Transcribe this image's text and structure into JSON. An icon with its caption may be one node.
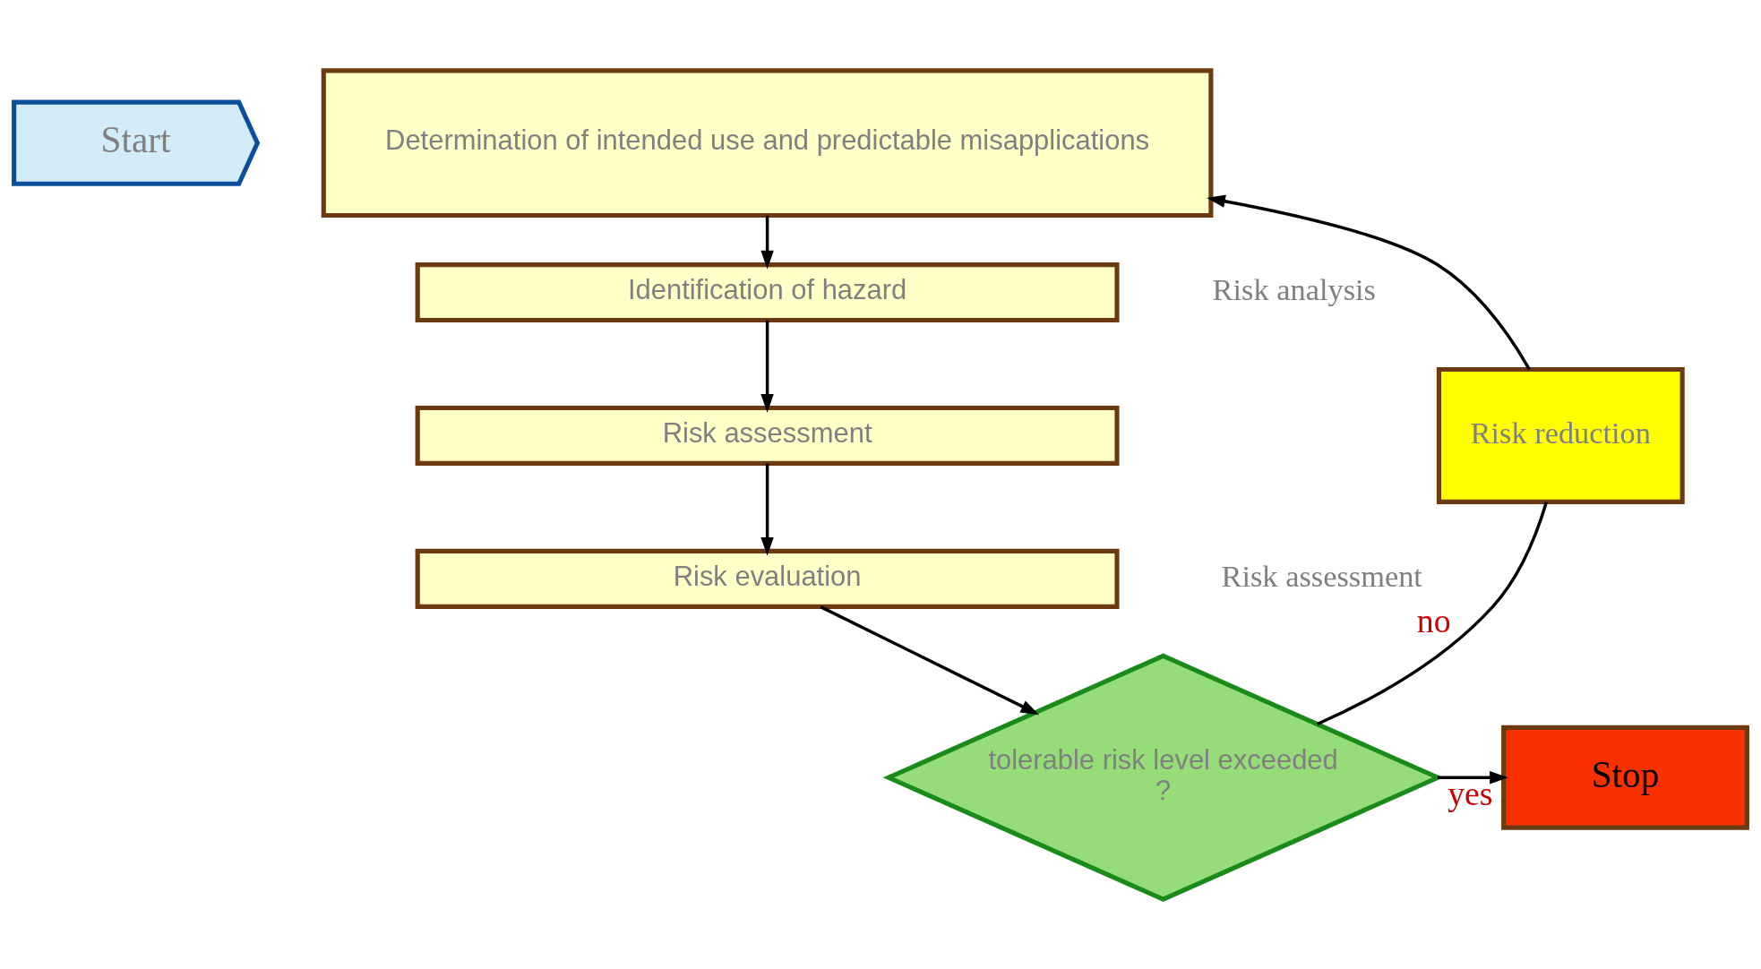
{
  "diagram": {
    "nodes": [
      {
        "text": [
          "Start"
        ]
      },
      {
        "text": [
          "Determination of intended use and predictable misapplications"
        ]
      },
      {
        "text": [
          "Identification of hazard"
        ]
      },
      {
        "text": [
          "Risk assessment"
        ]
      },
      {
        "text": [
          "Risk evaluation"
        ]
      },
      {
        "text": [
          "tolerable risk level exceeded",
          "?"
        ]
      },
      {
        "text": [
          "Risk reduction"
        ]
      },
      {
        "text": [
          "Stop"
        ]
      }
    ],
    "edges": [
      {
        "from": 1,
        "to": 2,
        "arrow": "to"
      },
      {
        "from": 2,
        "to": 3,
        "arrow": "to"
      },
      {
        "from": 3,
        "to": 4,
        "arrow": "to"
      },
      {
        "from": 4,
        "to": 5,
        "arrow": "to"
      },
      {
        "from": 5,
        "to": 6,
        "arrow": "none",
        "label": "no"
      },
      {
        "from": 6,
        "to": 1,
        "arrow": "to"
      },
      {
        "from": 5,
        "to": 7,
        "arrow": "to",
        "label": "yes"
      }
    ],
    "labels": [
      "Risk analysis",
      "Risk assessment"
    ]
  }
}
